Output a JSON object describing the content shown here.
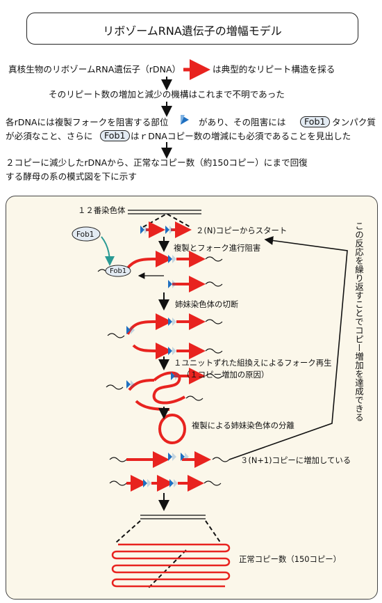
{
  "title": "リボゾームRNA遺伝子の増幅モデル",
  "steps": {
    "s1a": "真核生物のリボゾームRNA遺伝子（rDNA）",
    "s1b": "は典型的なリピート構造を採る",
    "s2": "そのリピート数の増加と減少の機構はこれまで不明であった",
    "s3a": "各rDNAには複製フォークを阻害する部位",
    "s3b": "があり、その阻害には",
    "s3c": "タンパク質",
    "s3d": "が必須なこと、さらに",
    "s3e": "はｒDNAコピー数の増減にも必須であることを見出した",
    "s4a": "２コピーに減少したrDNAから、正常なコピー数（約150コピー）にまで回復",
    "s4b": "する酵母の系の模式図を下に示す",
    "fob1": "Fob1"
  },
  "diagram": {
    "chrom12": "１２番染色体",
    "start": "２(N)コピーからスタート",
    "stall": "複製とフォーク進行阻害",
    "fob1_bubble": "Fob1",
    "fob1_bound": "Fob1",
    "break": "姉妹染色体の切断",
    "restart1": "１ユニットずれた組換えによるフォーク再生",
    "restart2": "（１コピー増加の原因）",
    "separate": "複製による姉妹染色体の分離",
    "increased": "３(N+1)コピーに増加している",
    "normal": "正常コピー数（150コピー）",
    "repeat_note": "この反応を繰り返すことでコピー増加を達成できる"
  },
  "colors": {
    "arrow_red": "#e8231f",
    "rfb_blue": "#1f6fc0",
    "panel_bg": "#fbf7ea",
    "fob1_fill": "#e3ebf3"
  }
}
